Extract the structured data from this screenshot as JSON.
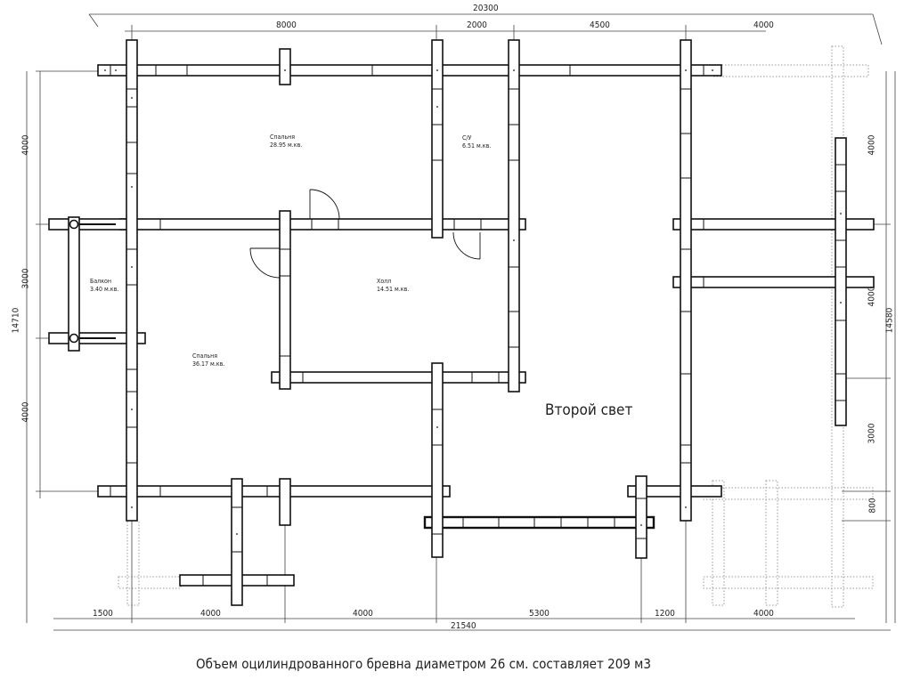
{
  "dimensions": {
    "top_total": "20300",
    "top": [
      "8000",
      "2000",
      "4500",
      "4000"
    ],
    "bottom": [
      "1500",
      "4000",
      "4000",
      "5300",
      "1200",
      "4000"
    ],
    "bottom_total": "21540",
    "left": [
      "4000",
      "3000",
      "4000"
    ],
    "left_total": "14710",
    "right": [
      "4000",
      "4000",
      "3000",
      "800"
    ],
    "right_total": "14580"
  },
  "rooms": [
    {
      "name": "Спальня",
      "area": "28.95 м.кв."
    },
    {
      "name": "С/У",
      "area": "6.51 м.кв."
    },
    {
      "name": "Балкон",
      "area": "3.40 м.кв."
    },
    {
      "name": "Холл",
      "area": "14.51 м.кв."
    },
    {
      "name": "Спальня",
      "area": "36.17 м.кв."
    }
  ],
  "second_light": "Второй свет",
  "footer": "Объем оцилиндрованного бревна диаметром 26 см. составляет 209 м3"
}
